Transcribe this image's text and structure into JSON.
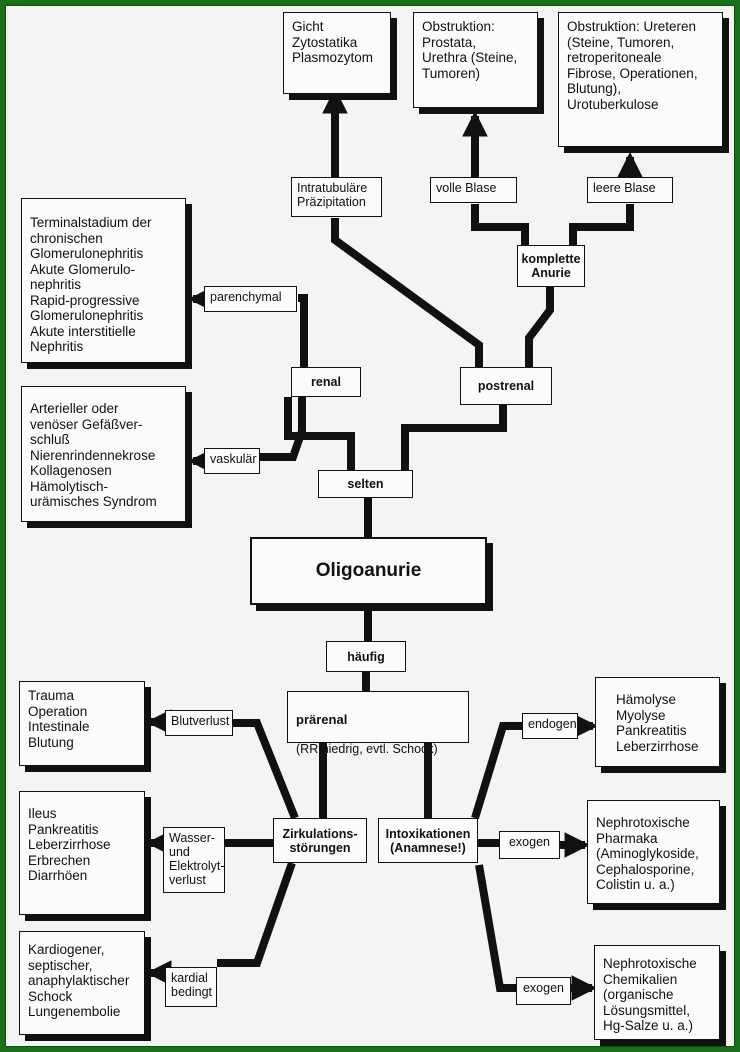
{
  "diagram": {
    "center": "Oligoanurie",
    "selten": "selten",
    "haeufig": "häufig",
    "renal": "renal",
    "postrenal": "postrenal",
    "komplette_anurie": "komplette\nAnurie",
    "intratubulaere": "Intratubuläre\nPräzipitation",
    "volle_blase": "volle Blase",
    "leere_blase": "leere Blase",
    "gicht_box": "Gicht\nZytostatika\nPlasmozytom",
    "obstruktion_prostata": "Obstruktion:\nProstata,\nUrethra (Steine,\nTumoren)",
    "obstruktion_ureteren": "Obstruktion: Ureteren\n(Steine, Tumoren,\nretroperitoneale\nFibrose, Operationen,\nBlutung),\nUrotuberkulose",
    "parenchymal": "parenchymal",
    "parenchymal_box": "Terminalstadium der\nchronischen\nGlomerulonephritis\nAkute Glomerulo-\nnephritis\nRapid-progressive\nGlomerulonephritis\nAkute interstitielle\nNephritis",
    "vaskulaer": "vaskulär",
    "vaskulaer_box": "Arterieller oder\nvenöser Gefäßver-\nschluß\nNierenrindennekrose\nKollagenosen\nHämolytisch-\nurämisches Syndrom",
    "praerenal_title": "prärenal",
    "praerenal_sub": "(RR niedrig, evtl. Schock)",
    "zirkulation": "Zirkulations-\nstörungen",
    "intoxikation": "Intoxikationen\n(Anamnese!)",
    "blutverlust": "Blutverlust",
    "blutverlust_box": "Trauma\nOperation\nIntestinale\nBlutung",
    "wasser": "Wasser-\nund\nElektrolyt-\nverlust",
    "wasser_box": "Ileus\nPankreatitis\nLeberzirrhose\nErbrechen\nDiarrhöen",
    "kardial": "kardial\nbedingt",
    "kardial_box": "Kardiogener,\nseptischer,\nanaphylaktischer\nSchock\nLungenembolie",
    "endogen": "endogen",
    "endogen_box": "Hämolyse\nMyolyse\nPankreatitis\nLeberzirrhose",
    "exogen1": "exogen",
    "exogen1_box": "Nephrotoxische\nPharmaka\n(Aminoglykoside,\nCephalosporine,\nColistin u. a.)",
    "exogen2": "exogen",
    "exogen2_box": "Nephrotoxische\nChemikalien\n(organische\nLösungsmittel,\nHg-Salze u. a.)"
  },
  "colors": {
    "frame": "#1a6f1a",
    "ink": "#111111",
    "paper": "#f4f4f2"
  }
}
